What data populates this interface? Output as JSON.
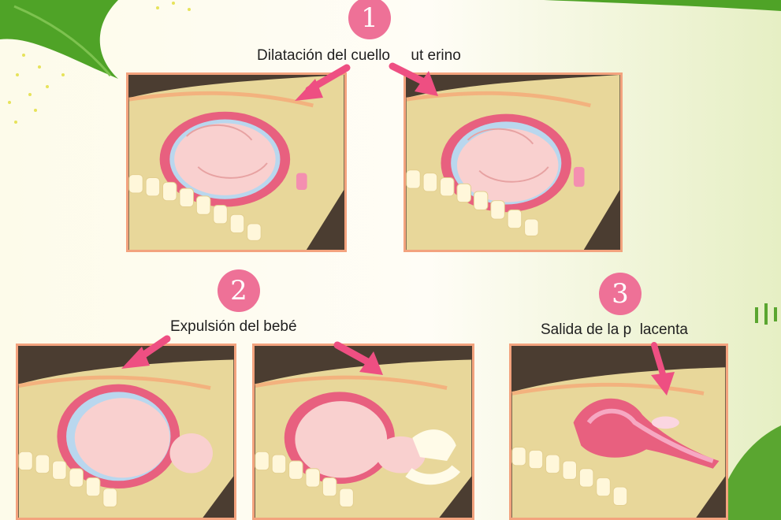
{
  "steps": [
    {
      "number": "1",
      "caption": "Dilatación del cuello     ut erino"
    },
    {
      "number": "2",
      "caption": "Expulsión del bebé"
    },
    {
      "number": "3",
      "caption": "Salida de la p  lacenta"
    }
  ],
  "colors": {
    "badge": "#ee7197",
    "arrow": "#ee4f82",
    "panel_border": "#f3a37e",
    "panel_background": "#4b3d31",
    "body": "#e8d79a",
    "uterus": "#e8607f",
    "baby": "#f9d0cf",
    "spine": "#fff7da",
    "leaf_green": "#4fa327"
  }
}
